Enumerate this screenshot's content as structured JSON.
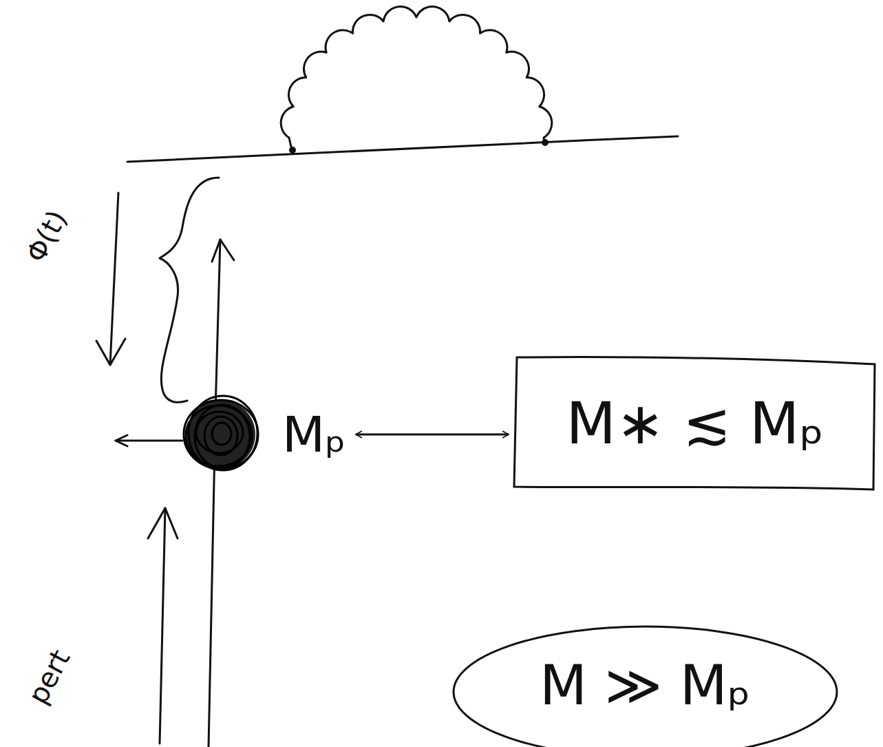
{
  "diagram": {
    "nodes": [
      {
        "text": [
          "Mₚ"
        ]
      },
      {
        "text": [
          "M∗ ≲ Mₚ"
        ]
      },
      {
        "text": [
          "M ≫ Mₚ"
        ]
      }
    ],
    "edges": [
      {
        "from": 0,
        "to": 1,
        "arrow": "both"
      }
    ],
    "labels": [
      "Φ(t)",
      "pert"
    ]
  }
}
